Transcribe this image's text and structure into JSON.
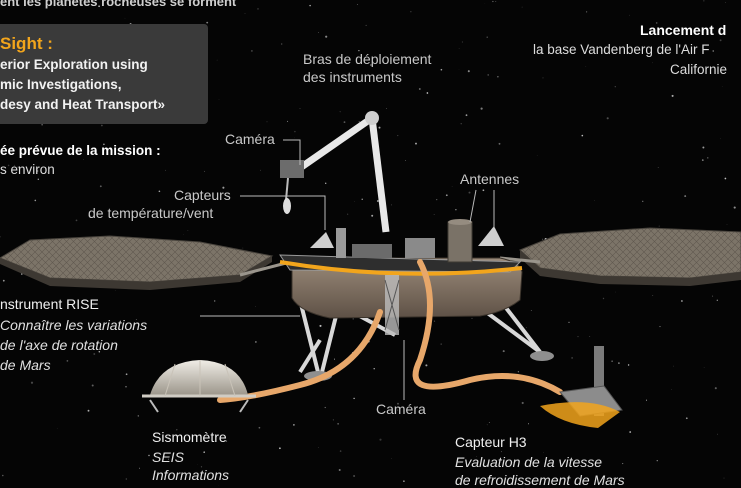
{
  "header_text": "ent les planètes rocheuses se forment",
  "mission_box": {
    "title": "Sight :",
    "lines": [
      "erior Exploration using",
      "mic Investigations,",
      "desy and Heat Transport»"
    ]
  },
  "duration": {
    "title": "ée prévue de la mission :",
    "value": "s environ"
  },
  "launch": {
    "title": "Lancement d",
    "lines": [
      "la base Vandenberg de l'Air F",
      "Californie"
    ]
  },
  "labels": {
    "arm": [
      "Bras de déploiement",
      "des instruments"
    ],
    "camera_top": "Caméra",
    "sensors": [
      "Capteurs",
      "de température/vent"
    ],
    "antennas": "Antennes",
    "rise": {
      "title": "nstrument RISE",
      "desc": [
        "Connaître les variations",
        "de l'axe de rotation",
        "de Mars"
      ]
    },
    "camera_bottom": "Caméra",
    "seis": {
      "title": "Sismomètre",
      "desc": [
        "SEIS",
        "Informations"
      ]
    },
    "h3": {
      "title": "Capteur H3",
      "desc": [
        "Evaluation de la vitesse",
        "de refroidissement de Mars"
      ]
    }
  },
  "colors": {
    "background": "#050505",
    "accent": "#f2a51c",
    "tether": "#e7a76a",
    "box": "#3a3a3a"
  }
}
